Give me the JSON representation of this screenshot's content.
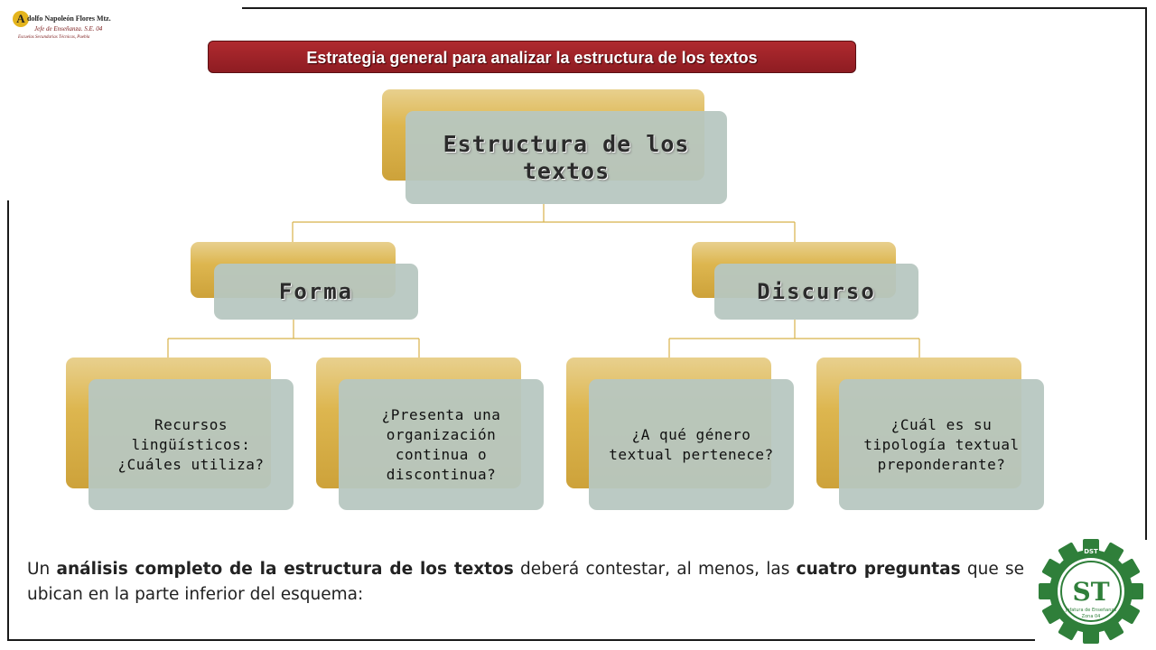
{
  "header": {
    "logo": {
      "initial": "A",
      "name": "dolfo Napoleón Flores Mtz.",
      "role": "Jefe de Enseñanza. S.E. 04",
      "school": "Escuelas Secundarias Técnicas, Puebla"
    },
    "title": "Estrategia general para analizar la estructura de los textos"
  },
  "diagram": {
    "root": "Estructura de los textos",
    "branches": [
      {
        "label": "Forma",
        "leaves": [
          "Recursos lingüísticos: ¿Cuáles utiliza?",
          "¿Presenta una organización continua o discontinua?"
        ]
      },
      {
        "label": "Discurso",
        "leaves": [
          "¿A qué género textual pertenece?",
          "¿Cuál es su tipología textual preponderante?"
        ]
      }
    ]
  },
  "paragraph": {
    "t1": "Un ",
    "b1": "análisis completo de la estructura de los textos",
    "t2": " deberá contestar, al menos, las ",
    "b2": "cuatro preguntas",
    "t3": " que se ubican en la parte inferior del esquema:"
  },
  "seal": {
    "top_text": "DST",
    "monogram": "ST",
    "caption_1": "Jefatura de Enseñanza",
    "caption_2": "Zona 04"
  },
  "colors": {
    "banner": "#9e2329",
    "gold": "#ddb64f",
    "box": "#b7c7c0",
    "seal_green": "#2f7f3a",
    "connector": "#d8b24a"
  }
}
